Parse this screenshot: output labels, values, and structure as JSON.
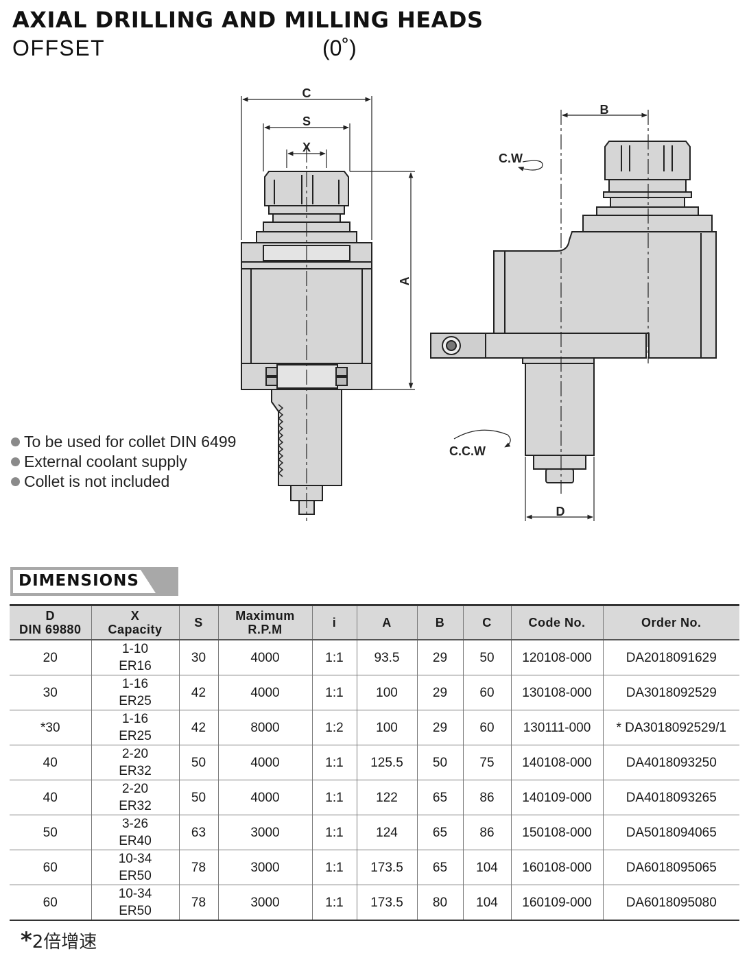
{
  "header": {
    "title": "AXIAL DRILLING AND MILLING HEADS",
    "subtitle": "OFFSET",
    "angle": "(0˚)"
  },
  "drawing_labels": {
    "c": "C",
    "s": "S",
    "x": "X",
    "a": "A",
    "b": "B",
    "d": "D",
    "cw": "C.W",
    "ccw": "C.C.W"
  },
  "notes": [
    "To be used for collet DIN 6499",
    "External coolant supply",
    "Collet is not included"
  ],
  "dimensions": {
    "label": "DIMENSIONS",
    "headers": [
      [
        "D",
        "DIN 69880"
      ],
      [
        "X",
        "Capacity"
      ],
      [
        "S"
      ],
      [
        "Maximum",
        "R.P.M"
      ],
      [
        "i"
      ],
      [
        "A"
      ],
      [
        "B"
      ],
      [
        "C"
      ],
      [
        "Code No."
      ],
      [
        "Order No."
      ]
    ],
    "rows": [
      {
        "d": "20",
        "cap1": "1-10",
        "cap2": "ER16",
        "s": "30",
        "rpm": "4000",
        "i": "1:1",
        "a": "93.5",
        "b": "29",
        "c": "50",
        "code": "120108-000",
        "order": "DA2018091629"
      },
      {
        "d": "30",
        "cap1": "1-16",
        "cap2": "ER25",
        "s": "42",
        "rpm": "4000",
        "i": "1:1",
        "a": "100",
        "b": "29",
        "c": "60",
        "code": "130108-000",
        "order": "DA3018092529"
      },
      {
        "d": "*30",
        "cap1": "1-16",
        "cap2": "ER25",
        "s": "42",
        "rpm": "8000",
        "i": "1:2",
        "a": "100",
        "b": "29",
        "c": "60",
        "code": "130111-000",
        "order": "* DA3018092529/1"
      },
      {
        "d": "40",
        "cap1": "2-20",
        "cap2": "ER32",
        "s": "50",
        "rpm": "4000",
        "i": "1:1",
        "a": "125.5",
        "b": "50",
        "c": "75",
        "code": "140108-000",
        "order": "DA4018093250"
      },
      {
        "d": "40",
        "cap1": "2-20",
        "cap2": "ER32",
        "s": "50",
        "rpm": "4000",
        "i": "1:1",
        "a": "122",
        "b": "65",
        "c": "86",
        "code": "140109-000",
        "order": "DA4018093265"
      },
      {
        "d": "50",
        "cap1": "3-26",
        "cap2": "ER40",
        "s": "63",
        "rpm": "3000",
        "i": "1:1",
        "a": "124",
        "b": "65",
        "c": "86",
        "code": "150108-000",
        "order": "DA5018094065"
      },
      {
        "d": "60",
        "cap1": "10-34",
        "cap2": "ER50",
        "s": "78",
        "rpm": "3000",
        "i": "1:1",
        "a": "173.5",
        "b": "65",
        "c": "104",
        "code": "160108-000",
        "order": "DA6018095065"
      },
      {
        "d": "60",
        "cap1": "10-34",
        "cap2": "ER50",
        "s": "78",
        "rpm": "3000",
        "i": "1:1",
        "a": "173.5",
        "b": "80",
        "c": "104",
        "code": "160109-000",
        "order": "DA6018095080"
      }
    ]
  },
  "footnote": {
    "star": "*",
    "text": "2倍增速"
  },
  "colors": {
    "body_gray": "#d6d6d6",
    "outline": "#222222",
    "header_bg": "#d9d9d9",
    "tab_gray": "#a8a8a8"
  }
}
